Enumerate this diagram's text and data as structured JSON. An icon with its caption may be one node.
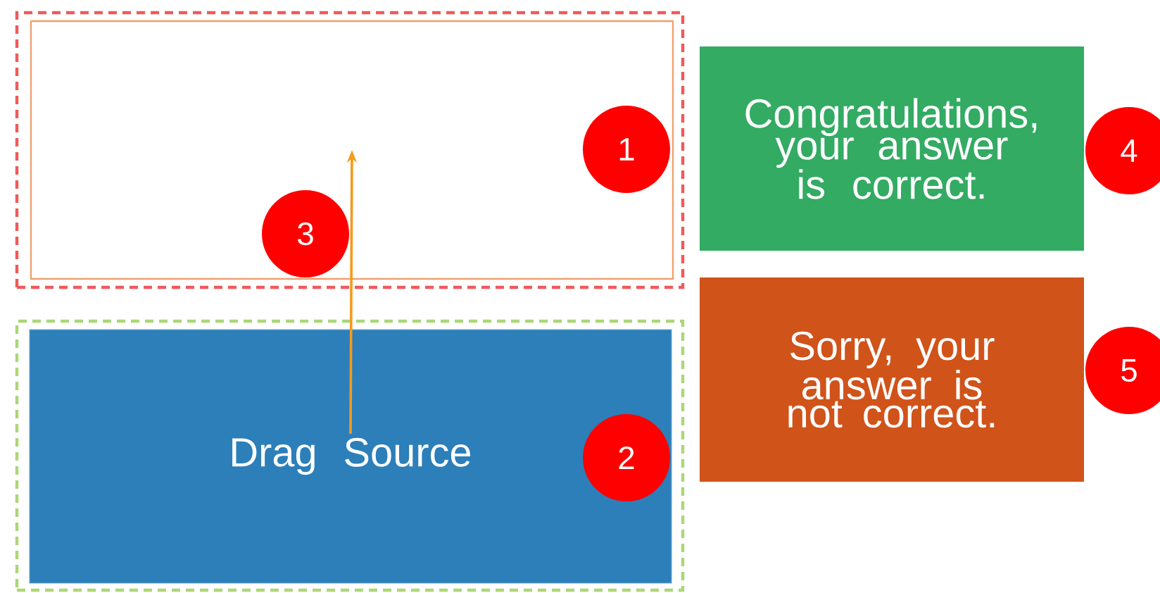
{
  "diagram": {
    "nodes": [
      {
        "text": [],
        "shape": "box"
      },
      {
        "text": [],
        "shape": "box",
        "in": 0
      },
      {
        "text": [],
        "shape": "box"
      },
      {
        "text": [
          "Drag Source"
        ],
        "in": 2
      },
      {
        "text": [
          "Congratulations, your answer is correct."
        ]
      },
      {
        "text": [
          "Sorry, your answer is not correct."
        ]
      }
    ],
    "edges": [
      {
        "from": 3,
        "to": 1,
        "arrow": "to"
      }
    ],
    "labels": [
      "1",
      "2",
      "3",
      "4",
      "5"
    ]
  }
}
